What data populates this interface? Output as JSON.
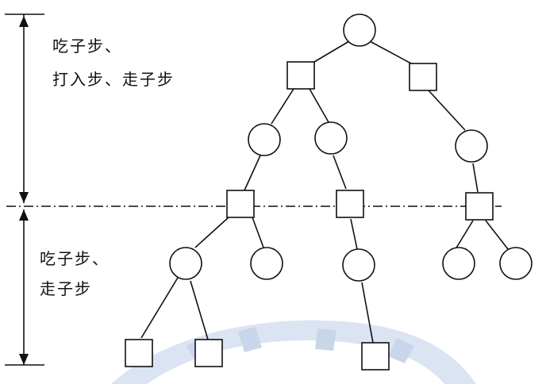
{
  "labels": {
    "upper_line1": "吃子步、",
    "upper_line2": "打入步、走子步",
    "lower_line1": "吃子步、",
    "lower_line2": "走子步"
  },
  "colors": {
    "stroke": "#111111",
    "watermark": "#c9d6ea",
    "background": "#ffffff"
  }
}
